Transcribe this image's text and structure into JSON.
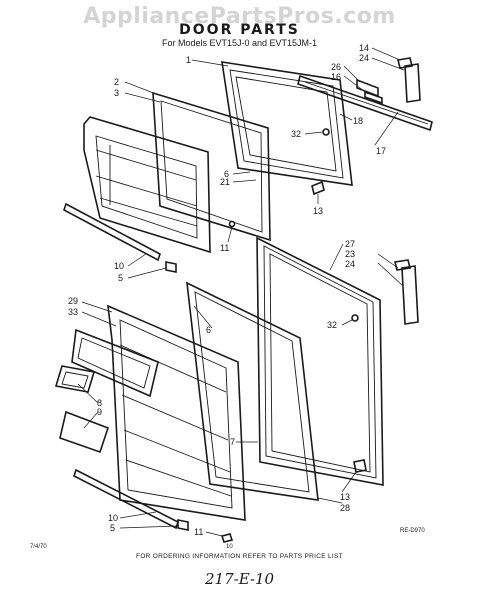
{
  "watermark": "AppliancePartsPros.com",
  "title": "DOOR PARTS",
  "subtitle": "For Models EVT15J-0 and EVT15JM-1",
  "labels": {
    "l1": "1",
    "l2": "2",
    "l3": "3",
    "l14": "14",
    "l24a": "24",
    "l26": "26",
    "l16": "16",
    "l32a": "32",
    "l18": "18",
    "l17": "17",
    "l6a": "6",
    "l21": "21",
    "l13a": "13",
    "l11a": "11",
    "l10a": "10",
    "l5a": "5",
    "l27": "27",
    "l23": "23",
    "l24b": "24",
    "l29": "29",
    "l33": "33",
    "l6b": "6",
    "l32b": "32",
    "l8": "8",
    "l9": "9",
    "l7": "7",
    "l13b": "13",
    "l28": "28",
    "l10b": "10",
    "l5b": "5",
    "l11b": "11"
  },
  "ref_code": "RE-D970",
  "footer_left": "7/4/70",
  "footer_page": "10",
  "footer_text": "FOR ORDERING INFORMATION REFER TO PARTS PRICE LIST",
  "handwritten": "217-E-10"
}
